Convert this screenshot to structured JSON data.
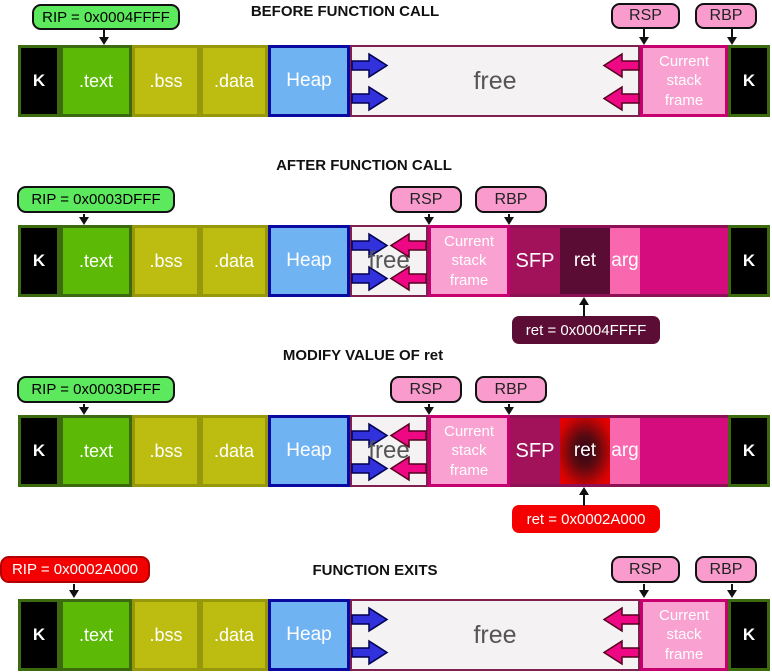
{
  "diagram": {
    "rows": [
      {
        "title": "BEFORE FUNCTION CALL",
        "rip": "RIP = 0x0004FFFF"
      },
      {
        "title": "AFTER FUNCTION CALL",
        "rip": "RIP = 0x0003DFFF",
        "ret_value": "ret = 0x0004FFFF"
      },
      {
        "title": "MODIFY VALUE OF ret",
        "rip": "RIP = 0x0003DFFF",
        "ret_value": "ret = 0x0002A000"
      },
      {
        "title": "FUNCTION EXITS",
        "rip": "RIP = 0x0002A000"
      }
    ],
    "registers": {
      "rsp": "RSP",
      "rbp": "RBP"
    },
    "segments": {
      "kernel": "K",
      "text": ".text",
      "bss": ".bss",
      "data": ".data",
      "heap": "Heap",
      "free": "free",
      "current_stack_frame": "Current\nstack\nframe",
      "sfp": "SFP",
      "ret": "ret",
      "arg": "arg"
    },
    "colors": {
      "rip_green": "#5de95d",
      "rip_red": "#f50000",
      "register_pink": "#f99ccd",
      "text_green": "#5cba07",
      "bss_data_olive": "#bdbd11",
      "heap_blue": "#6fb3f3",
      "free_gray": "#f4f2f3",
      "stack_pink": "#f9a1d0",
      "sfp_magenta": "#a2125a",
      "ret_dark_maroon": "#5a0c34",
      "arg_pink": "#f967ae",
      "old_frame_magenta": "#d50c7e",
      "ret_callout_dark": "#5c0d35",
      "ret_highlight_red": "#ee0000",
      "heap_arrow_blue": "#3232dc",
      "stack_arrow_magenta": "#ef0884"
    }
  }
}
